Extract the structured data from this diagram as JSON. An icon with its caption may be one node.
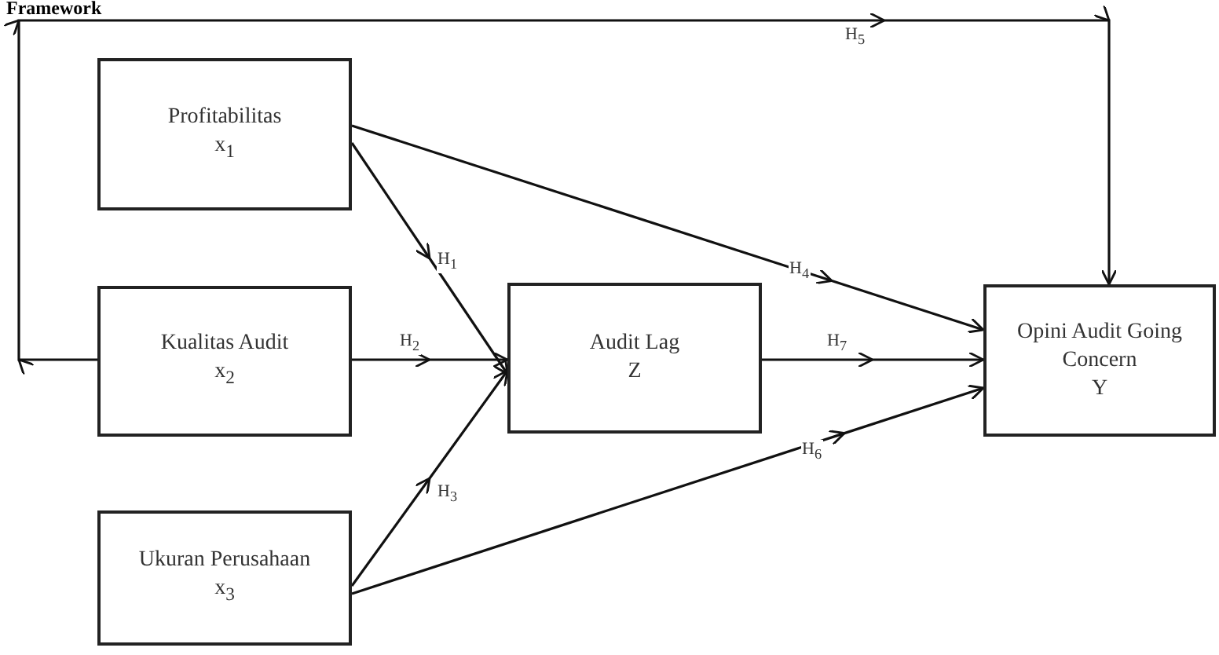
{
  "diagram": {
    "title": "Framework",
    "nodes": [
      {
        "text": [
          "Profitabilitas",
          "x$_{1}$"
        ]
      },
      {
        "text": [
          "Kualitas Audit",
          "x$_{2}$"
        ]
      },
      {
        "text": [
          "Ukuran Perusahaan",
          "x$_{3}$"
        ]
      },
      {
        "text": [
          "Audit Lag",
          "Z"
        ]
      },
      {
        "text": [
          "Opini Audit Going Concern",
          "Y"
        ]
      }
    ],
    "edges": [
      {
        "from": 0,
        "to": 3,
        "arrow": "to",
        "label": "H$_{1}$"
      },
      {
        "from": 1,
        "to": 3,
        "arrow": "to",
        "label": "H$_{2}$"
      },
      {
        "from": 2,
        "to": 3,
        "arrow": "to",
        "label": "H$_{3}$"
      },
      {
        "from": 0,
        "to": 4,
        "arrow": "to",
        "label": "H$_{4}$"
      },
      {
        "from": 1,
        "to": 4,
        "arrow": "to",
        "label": "H$_{5}$"
      },
      {
        "from": 2,
        "to": 4,
        "arrow": "to",
        "label": "H$_{6}$"
      },
      {
        "from": 3,
        "to": 4,
        "arrow": "to",
        "label": "H$_{7}$"
      }
    ]
  }
}
